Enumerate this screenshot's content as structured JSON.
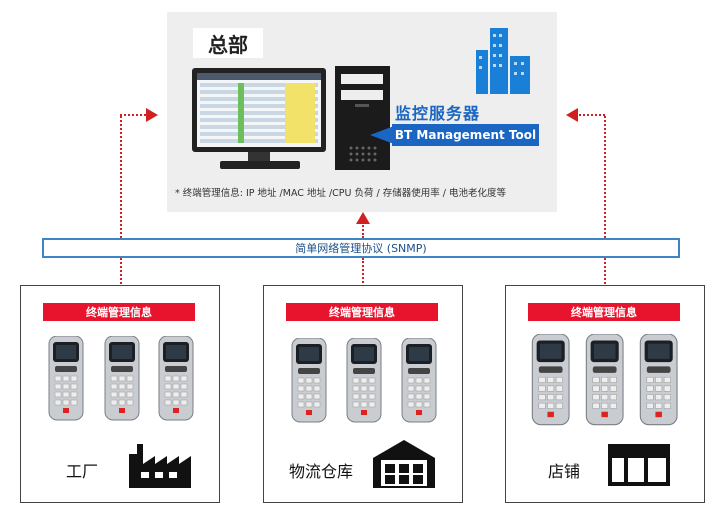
{
  "headquarters": {
    "title": "总部",
    "server_label": "监控服务器",
    "tool_label": "BT Management Tool",
    "footnote": "* 终端管理信息: IP 地址 /MAC 地址 /CPU 负荷 / 存储器使用率 / 电池老化度等"
  },
  "protocol_bar": {
    "label": "简单网络管理协议 (SNMP)"
  },
  "sites": [
    {
      "tag": "终端管理信息",
      "name": "工厂",
      "icon": "factory-icon"
    },
    {
      "tag": "终端管理信息",
      "name": "物流仓库",
      "icon": "warehouse-icon"
    },
    {
      "tag": "终端管理信息",
      "name": "店铺",
      "icon": "store-icon"
    }
  ],
  "colors": {
    "accent_blue": "#1a66c2",
    "tag_red": "#e8142d",
    "arrow_red": "#d02020"
  }
}
